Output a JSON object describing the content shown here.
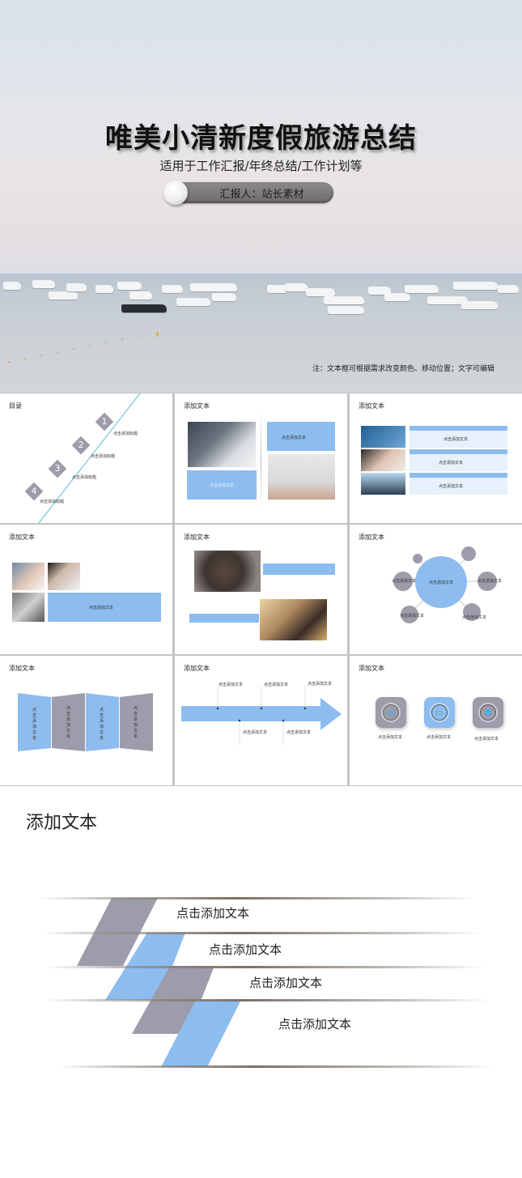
{
  "hero": {
    "title": "唯美小清新度假旅游总结",
    "subtitle": "适用于工作汇报/年终总结/工作计划等",
    "reporter": "汇报人：站长素材",
    "note": "注：文本框可根据需求改变颜色、移动位置；文字可编辑"
  },
  "colors": {
    "accent_blue": "#8dbcef",
    "accent_gray": "#9d9caa",
    "toc_line": "#5cb8d6",
    "grid_border": "#c3c3c3"
  },
  "slides": [
    {
      "title": "目录",
      "items": [
        {
          "num": "1",
          "label": "点击添加标题"
        },
        {
          "num": "2",
          "label": "点击添加标题"
        },
        {
          "num": "3",
          "label": "点击添加标题"
        },
        {
          "num": "4",
          "label": "点击添加标题"
        }
      ]
    },
    {
      "title": "添加文本",
      "labels": [
        "点击添加文本",
        "点击添加文本"
      ]
    },
    {
      "title": "添加文本",
      "labels": [
        "点击添加文本",
        "点击添加文本",
        "点击添加文本"
      ]
    },
    {
      "title": "添加文本",
      "labels": [
        "点击添加文本"
      ]
    },
    {
      "title": "添加文本"
    },
    {
      "title": "添加文本",
      "center": "点击添加文本",
      "labels": [
        "点击添加文本",
        "点击添加文本",
        "点击添加文本",
        "点击添加文本"
      ]
    },
    {
      "title": "添加文本",
      "labels": [
        "点击添加文本",
        "点击添加文本",
        "点击添加文本",
        "点击添加文本"
      ]
    },
    {
      "title": "添加文本",
      "top_labels": [
        "点击添加文本",
        "点击添加文本",
        "点击添加文本"
      ],
      "bottom_labels": [
        "点击添加文本",
        "点击添加文本"
      ]
    },
    {
      "title": "添加文本",
      "labels": [
        "点击添加文本",
        "点击添加文本",
        "点击添加文本"
      ]
    }
  ],
  "big_slide": {
    "title": "添加文本",
    "labels": [
      "点击添加文本",
      "点击添加文本",
      "点击添加文本",
      "点击添加文本"
    ]
  }
}
